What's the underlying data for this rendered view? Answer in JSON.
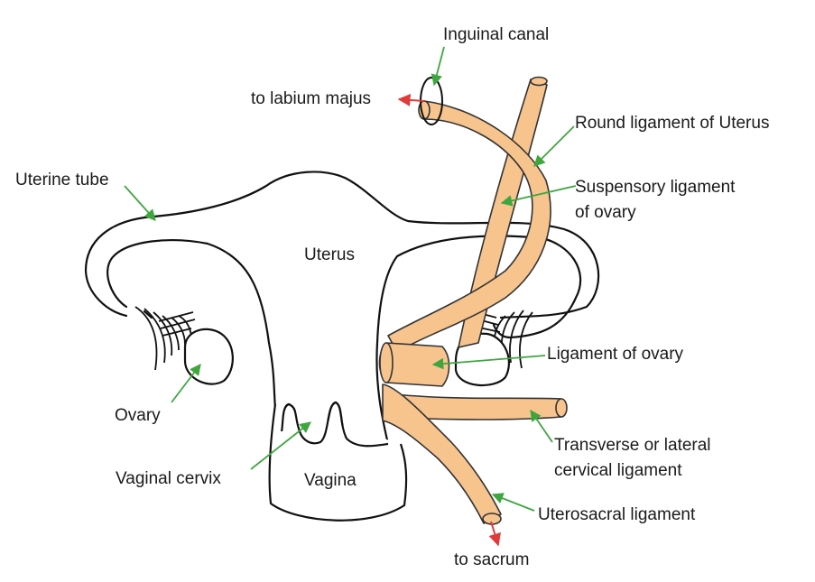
{
  "colors": {
    "outline": "#111111",
    "ligament_fill": "#f7c48e",
    "ligament_stroke": "#333333",
    "leader_green": "#3fa63f",
    "arrow_red": "#e03a3a",
    "background": "#ffffff"
  },
  "labels": {
    "inguinal_canal": "Inguinal canal",
    "to_labium_majus": "to labium majus",
    "round_ligament": "Round ligament of Uterus",
    "suspensory_line1": "Suspensory ligament",
    "suspensory_line2": "of ovary",
    "uterine_tube": "Uterine tube",
    "uterus": "Uterus",
    "ligament_of_ovary": "Ligament of ovary",
    "ovary": "Ovary",
    "transverse_line1": "Transverse or lateral",
    "transverse_line2": "cervical ligament",
    "vaginal_cervix": "Vaginal cervix",
    "vagina": "Vagina",
    "uterosacral": "Uterosacral ligament",
    "to_sacrum": "to sacrum"
  }
}
